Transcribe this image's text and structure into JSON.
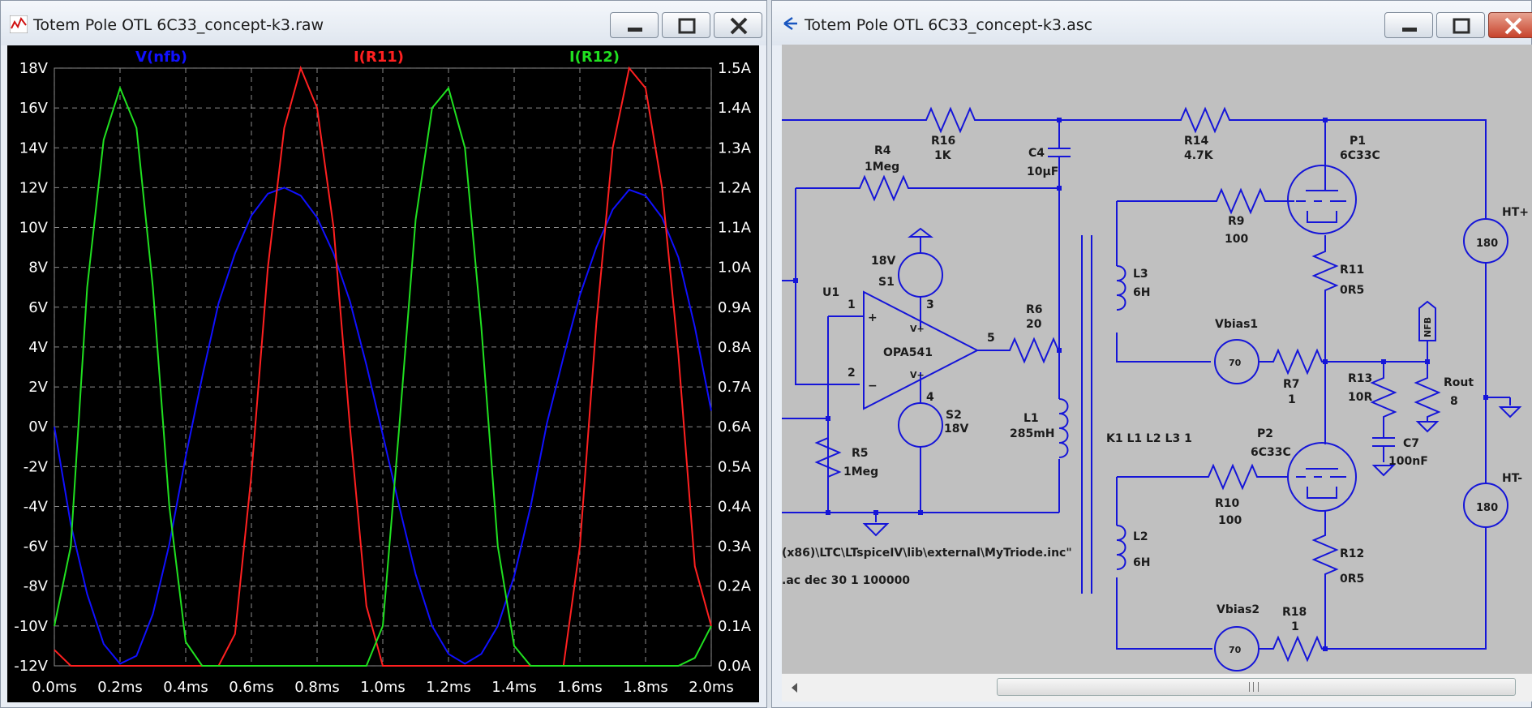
{
  "waveform_window": {
    "title": "Totem Pole OTL 6C33_concept-k3.raw",
    "buttons": {
      "minimize": "minimize",
      "maximize": "maximize",
      "close": "close"
    }
  },
  "schematic_window": {
    "title": "Totem Pole OTL 6C33_concept-k3.asc",
    "directives": {
      "include": "(x86)\\LTC\\LTspiceIV\\lib\\external\\MyTriode.inc\"",
      "ac": ".ac dec 30 1 100000",
      "coupling": "K1 L1 L2 L3 1"
    },
    "components": [
      {
        "ref": "R16",
        "value": "1K"
      },
      {
        "ref": "R14",
        "value": "4.7K"
      },
      {
        "ref": "C4",
        "value": "10µF"
      },
      {
        "ref": "R4",
        "value": "1Meg"
      },
      {
        "ref": "P1",
        "value": "6C33C"
      },
      {
        "ref": "R9",
        "value": "100"
      },
      {
        "ref": "L3",
        "value": "6H"
      },
      {
        "ref": "R11",
        "value": "0R5"
      },
      {
        "ref": "S1",
        "value": "18V"
      },
      {
        "ref": "U1",
        "value": "OPA541"
      },
      {
        "ref": "R6",
        "value": "20"
      },
      {
        "ref": "Vbias1",
        "value": "70"
      },
      {
        "ref": "R7",
        "value": "1"
      },
      {
        "ref": "R13",
        "value": "10R"
      },
      {
        "ref": "Rout",
        "value": "8"
      },
      {
        "ref": "C7",
        "value": "100nF"
      },
      {
        "ref": "S2",
        "value": "18V"
      },
      {
        "ref": "L1",
        "value": "285mH"
      },
      {
        "ref": "R5",
        "value": "1Meg"
      },
      {
        "ref": "P2",
        "value": "6C33C"
      },
      {
        "ref": "R10",
        "value": "100"
      },
      {
        "ref": "L2",
        "value": "6H"
      },
      {
        "ref": "R12",
        "value": "0R5"
      },
      {
        "ref": "Vbias2",
        "value": "70"
      },
      {
        "ref": "R18",
        "value": "1"
      },
      {
        "ref": "HT+",
        "value": "180"
      },
      {
        "ref": "HT-",
        "value": "180"
      }
    ],
    "pin_labels": {
      "p1": "1",
      "p2": "2",
      "p3": "3",
      "p4": "4",
      "p5": "5",
      "plus": "+",
      "minus": "−",
      "vplus": "V+",
      "vminus": "V−"
    },
    "net_label": "NFB"
  },
  "chart_data": {
    "type": "line",
    "x": [
      0.0,
      0.05,
      0.1,
      0.15,
      0.2,
      0.25,
      0.3,
      0.35,
      0.4,
      0.45,
      0.5,
      0.55,
      0.6,
      0.65,
      0.7,
      0.75,
      0.8,
      0.85,
      0.9,
      0.95,
      1.0,
      1.05,
      1.1,
      1.15,
      1.2,
      1.25,
      1.3,
      1.35,
      1.4,
      1.45,
      1.5,
      1.55,
      1.6,
      1.65,
      1.7,
      1.75,
      1.8,
      1.85,
      1.9,
      1.95,
      2.0
    ],
    "x_ticks": [
      "0.0ms",
      "0.2ms",
      "0.4ms",
      "0.6ms",
      "0.8ms",
      "1.0ms",
      "1.2ms",
      "1.4ms",
      "1.6ms",
      "1.8ms",
      "2.0ms"
    ],
    "y_ticks_left": [
      "18V",
      "16V",
      "14V",
      "12V",
      "10V",
      "8V",
      "6V",
      "4V",
      "2V",
      "0V",
      "-2V",
      "-4V",
      "-6V",
      "-8V",
      "-10V",
      "-12V"
    ],
    "y_ticks_right": [
      "1.5A",
      "1.4A",
      "1.3A",
      "1.2A",
      "1.1A",
      "1.0A",
      "0.9A",
      "0.8A",
      "0.7A",
      "0.6A",
      "0.5A",
      "0.4A",
      "0.3A",
      "0.2A",
      "0.1A",
      "0.0A"
    ],
    "xlim": [
      0,
      2.0
    ],
    "ylim_left": [
      -12,
      18
    ],
    "ylim_right": [
      0.0,
      1.5
    ],
    "grid": true,
    "series": [
      {
        "name": "V(nfb)",
        "axis": "left",
        "color": "#1010ff",
        "values": [
          0.0,
          -4.9,
          -8.4,
          -10.9,
          -11.9,
          -11.5,
          -9.4,
          -5.9,
          -1.5,
          2.5,
          6.2,
          8.7,
          10.6,
          11.7,
          12.0,
          11.6,
          10.5,
          8.7,
          6.3,
          3.1,
          -0.4,
          -4.0,
          -7.4,
          -10.0,
          -11.4,
          -11.9,
          -11.4,
          -10.0,
          -7.5,
          -4.0,
          0.2,
          3.5,
          6.6,
          9.0,
          10.9,
          11.9,
          11.6,
          10.5,
          8.5,
          5.0,
          0.8
        ]
      },
      {
        "name": "I(R11)",
        "axis": "right",
        "color": "#ff2020",
        "values": [
          0.04,
          0.0,
          0.0,
          0.0,
          0.0,
          0.0,
          0.0,
          0.0,
          0.0,
          0.0,
          0.0,
          0.08,
          0.48,
          1.0,
          1.35,
          1.5,
          1.4,
          1.1,
          0.6,
          0.15,
          0.0,
          0.0,
          0.0,
          0.0,
          0.0,
          0.0,
          0.0,
          0.0,
          0.0,
          0.0,
          0.0,
          0.0,
          0.3,
          0.86,
          1.3,
          1.5,
          1.45,
          1.2,
          0.78,
          0.25,
          0.1
        ]
      },
      {
        "name": "I(R12)",
        "axis": "right",
        "color": "#20e020",
        "values": [
          0.1,
          0.3,
          0.95,
          1.32,
          1.45,
          1.35,
          0.95,
          0.4,
          0.06,
          0.0,
          0.0,
          0.0,
          0.0,
          0.0,
          0.0,
          0.0,
          0.0,
          0.0,
          0.0,
          0.0,
          0.1,
          0.6,
          1.12,
          1.4,
          1.45,
          1.3,
          0.85,
          0.3,
          0.05,
          0.0,
          0.0,
          0.0,
          0.0,
          0.0,
          0.0,
          0.0,
          0.0,
          0.0,
          0.0,
          0.02,
          0.1
        ]
      }
    ]
  }
}
